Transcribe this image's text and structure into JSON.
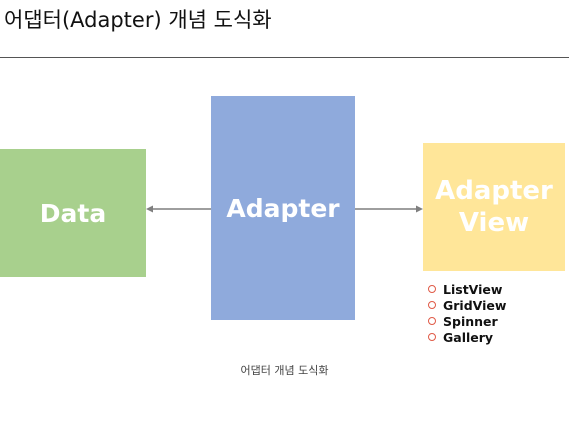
{
  "heading": "어댑터(Adapter) 개념 도식화",
  "diagram": {
    "data_box": {
      "label": "Data"
    },
    "adapter_box": {
      "label": "Adapter"
    },
    "adapter_view_box": {
      "line1": "Adapter",
      "line2": "View"
    },
    "adapter_view_types": [
      "ListView",
      "GridView",
      "Spinner",
      "Gallery"
    ]
  },
  "caption": "어댑터 개념 도식화",
  "colors": {
    "data": "#a8d08d",
    "adapter": "#8faadc",
    "adapter_view": "#ffe699",
    "bullet": "#e05a47",
    "arrow": "#7f7f7f"
  }
}
